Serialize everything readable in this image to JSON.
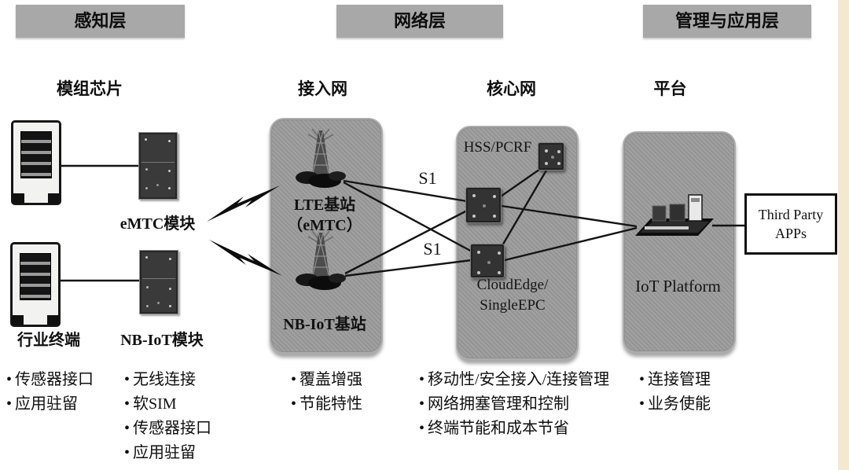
{
  "headers": {
    "perception": "感知层",
    "network": "网络层",
    "management": "管理与应用层"
  },
  "column_titles": {
    "module_chip": "模组芯片",
    "access_network": "接入网",
    "core_network": "核心网",
    "platform": "平台"
  },
  "nodes": {
    "industry_terminal": "行业终端",
    "emtc_module": "eMTC模块",
    "nbiot_module": "NB-IoT模块",
    "lte_bs_line1": "LTE基站",
    "lte_bs_line2": "（eMTC）",
    "nbiot_bs": "NB-IoT基站",
    "hss_pcrf": "HSS/PCRF",
    "cloudedge_line1": "CloudEdge/",
    "cloudedge_line2": "SingleEPC",
    "iot_platform": "IoT Platform",
    "third_party_line1": "Third Party",
    "third_party_line2": "APPs"
  },
  "links": {
    "s1_upper": "S1",
    "s1_lower": "S1"
  },
  "features": {
    "terminal": [
      "传感器接口",
      "应用驻留"
    ],
    "module": [
      "无线连接",
      "软SIM",
      "传感器接口",
      "应用驻留"
    ],
    "access": [
      "覆盖增强",
      "节能特性"
    ],
    "core": [
      "移动性/安全接入/连接管理",
      "网络拥塞管理和控制",
      "终端节能和成本节省"
    ],
    "platform": [
      "连接管理",
      "业务使能"
    ]
  },
  "icons": {
    "meter": "utility-meter",
    "module": "iot-module-chip",
    "base_station": "radio-tower",
    "core_chip": "network-chip",
    "server": "platform-server",
    "lightning": "wireless-link"
  },
  "colors": {
    "header_bg": "#a8a8a8",
    "panel_bg": "#9c9c9c",
    "line": "#141414",
    "edge_strip": "#f2e9cf"
  }
}
